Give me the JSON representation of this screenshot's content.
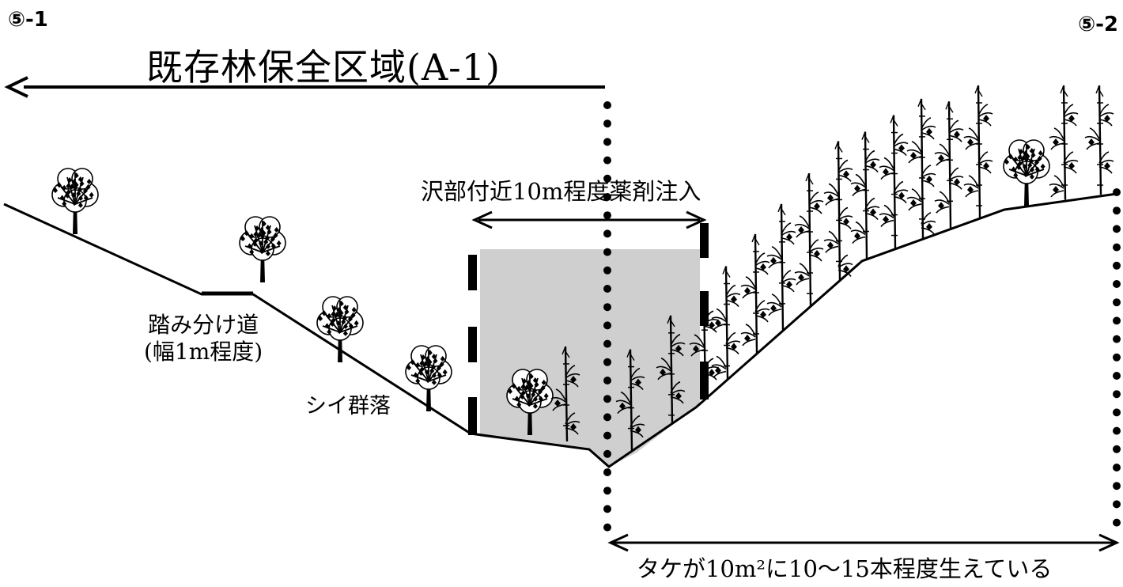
{
  "markers": {
    "left": "⑤-1",
    "right": "⑤-2"
  },
  "zone_title": "既存林保全区域(A-1)",
  "injection_label": "沢部付近10m程度薬剤注入",
  "path_label": {
    "line1": "踏み分け道",
    "line2": "(幅1m程度)"
  },
  "community_label": "シイ群落",
  "bamboo_label": "タケが10m²に10～15本程度生えている",
  "colors": {
    "ink": "#000000",
    "shade": "#cfcfcf",
    "background": "#ffffff"
  }
}
